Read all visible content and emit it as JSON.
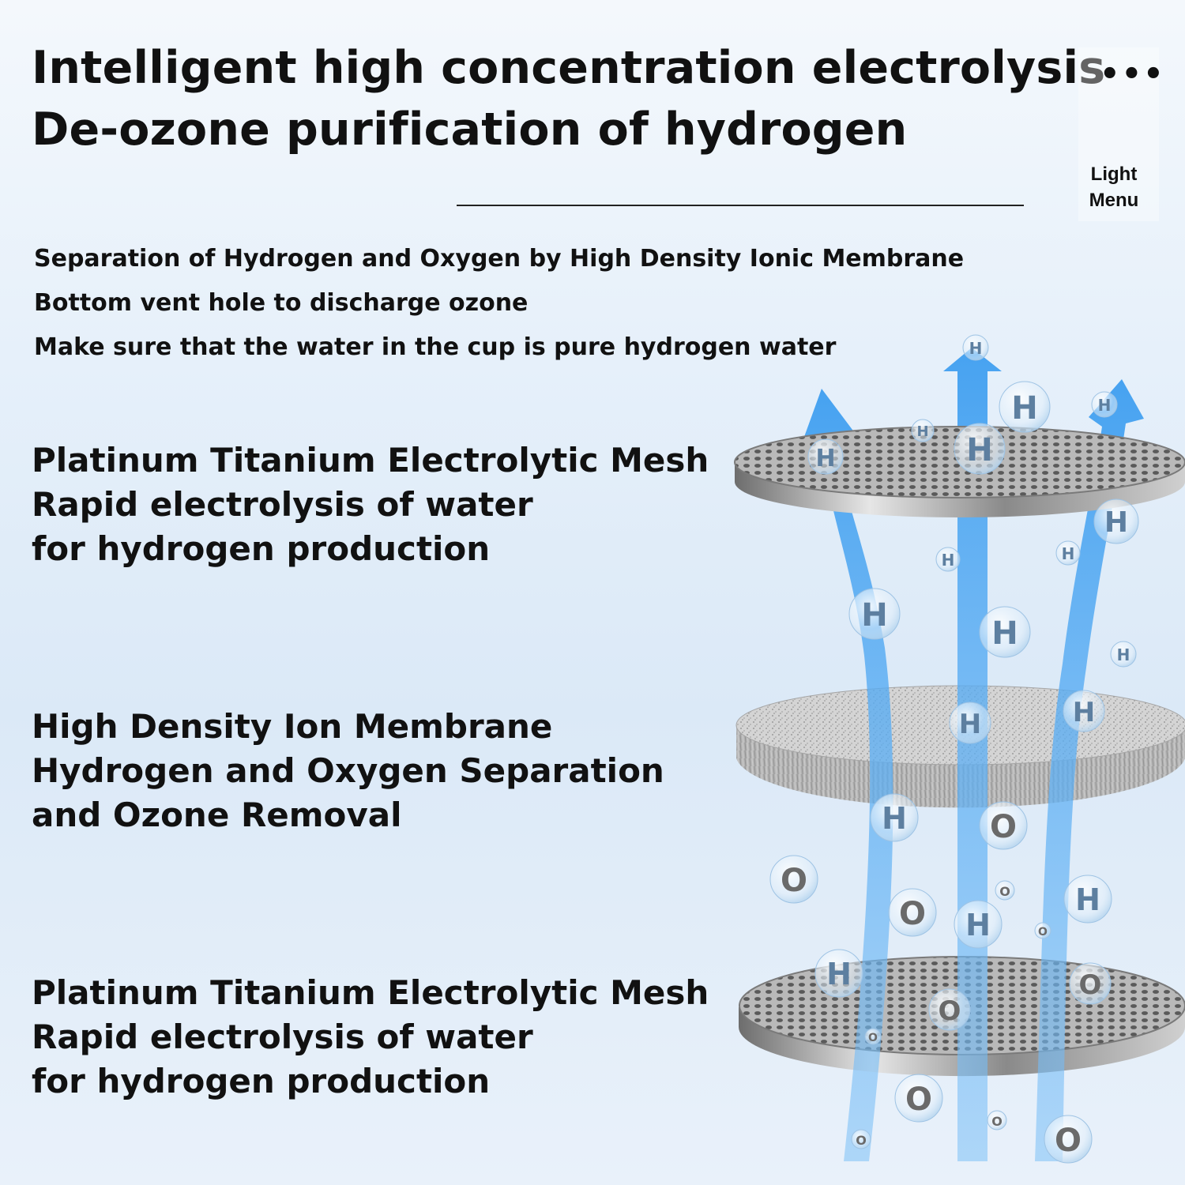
{
  "title": {
    "line1": "Intelligent high concentration electrolysis",
    "line2": "De-ozone purification of hydrogen"
  },
  "menu": {
    "dots": "•••",
    "label_line1": "Light",
    "label_line2": "Menu"
  },
  "intro_lines": [
    "Separation of Hydrogen and Oxygen by High Density Ionic Membrane",
    "Bottom vent hole to discharge ozone",
    "Make sure that the water in the cup is pure hydrogen water"
  ],
  "layers": [
    {
      "lines": [
        "Platinum Titanium Electrolytic Mesh",
        "Rapid electrolysis of water",
        "for hydrogen production"
      ]
    },
    {
      "lines": [
        "High Density Ion Membrane",
        "Hydrogen and Oxygen Separation",
        "and Ozone Removal"
      ]
    },
    {
      "lines": [
        "Platinum Titanium Electrolytic Mesh",
        "Rapid electrolysis of water",
        "for hydrogen production"
      ]
    }
  ],
  "bubble_labels": {
    "hydrogen": "H",
    "oxygen": "O"
  },
  "colors": {
    "arrow_blue": "#5aaaf0",
    "mesh_silver": "#9a9a9a",
    "membrane_gray": "#c8c8c8",
    "background": "#e3eef9"
  }
}
